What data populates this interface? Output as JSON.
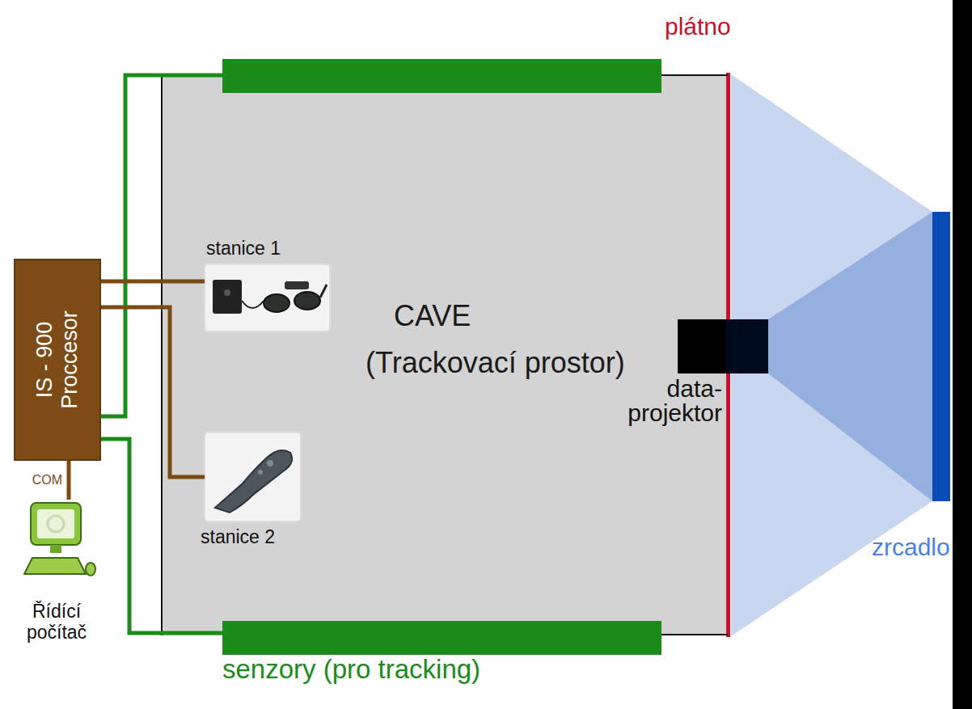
{
  "diagram": {
    "nodes": [
      {
        "text": [
          "CAVE",
          "(Trackovací prostor)"
        ]
      },
      {
        "text": [
          "IS - 900",
          "Proccesor"
        ]
      },
      {
        "text": [
          "stanice 1"
        ],
        "in": 0
      },
      {
        "text": [
          "stanice 2"
        ],
        "in": 0
      },
      {
        "text": [
          "Řídící počítač"
        ]
      }
    ],
    "edges": [
      {
        "from": 1,
        "to": 2,
        "arrow": "none"
      },
      {
        "from": 1,
        "to": 3,
        "arrow": "none"
      },
      {
        "from": 1,
        "to": 4,
        "label": "COM",
        "arrow": "none"
      }
    ],
    "labels": [
      "plátno",
      "data- projektor",
      "zrcadlo",
      "senzory (pro tracking)"
    ]
  }
}
